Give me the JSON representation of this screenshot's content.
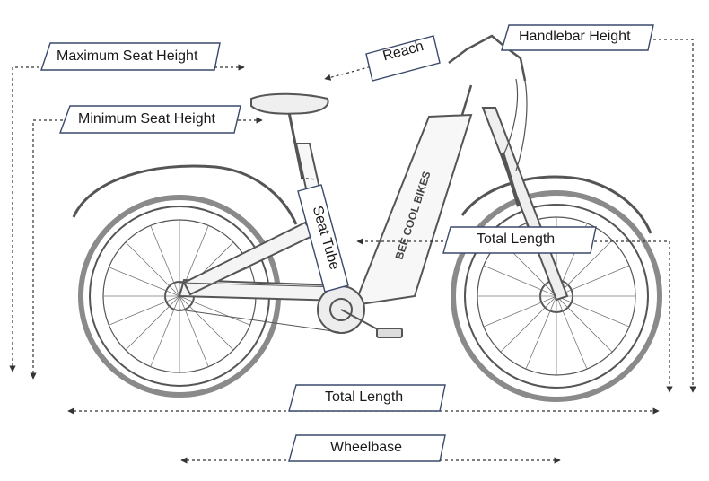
{
  "labels": {
    "max_seat_height": "Maximum Seat Height",
    "min_seat_height": "Minimum Seat Height",
    "reach": "Reach",
    "handlebar_height": "Handlebar Height",
    "seat_tube": "Seat Tube",
    "total_length_upper": "Total Length",
    "total_length_lower": "Total Length",
    "wheelbase": "Wheelbase"
  },
  "frame_brand_text": "BEE COOL BIKES",
  "colors": {
    "label_border": "#3a4a6b",
    "dash": "#333333",
    "sketch": "#555555",
    "text": "#1a1a1a"
  }
}
